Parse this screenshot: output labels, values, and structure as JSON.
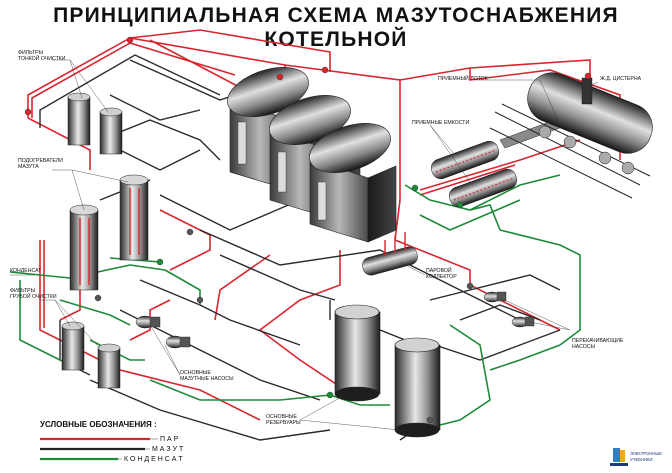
{
  "title": "ПРИНЦИПИАЛЬНАЯ СХЕМА МАЗУТОСНАБЖЕНИЯ КОТЕЛЬНОЙ",
  "labels": {
    "fine_filters": [
      "ФИЛЬТРЫ",
      "ТОНКОЙ ОЧИСТКИ"
    ],
    "heaters": [
      "ПОДОГРЕВАТЕЛИ",
      "МАЗУТА"
    ],
    "condensate": "КОНДЕНСАТ",
    "coarse_filters": [
      "ФИЛЬТРЫ",
      "ГРУБОЙ ОЧИСТКИ"
    ],
    "main_pumps": [
      "ОСНОВНЫЕ",
      "МАЗУТНЫЕ НАСОСЫ"
    ],
    "main_tanks": [
      "ОСНОВНЫЕ",
      "РЕЗЕРВУАРЫ"
    ],
    "receiving_trough": "ПРИЕМНЫЙ ЛОТОК",
    "rail_tank": "Ж.Д. ЦИСТЕРНА",
    "receiving_tanks": "ПРИЕМНЫЕ ЕМКОСТИ",
    "steam_collector": [
      "ПАРОВОЙ",
      "КОЛЛЕКТОР"
    ],
    "transfer_pumps": [
      "ПЕРЕКАЧИВАЮЩИЕ",
      "НАСОСЫ"
    ]
  },
  "legend": {
    "title": "УСЛОВНЫЕ ОБОЗНАЧЕНИЯ :",
    "items": [
      {
        "label": "П А Р",
        "color": "#d8262e"
      },
      {
        "label": "М А З У Т",
        "color": "#222222"
      },
      {
        "label": "К О Н Д Е Н С А Т",
        "color": "#1d8a3a"
      }
    ]
  },
  "logo": [
    "ЭЛЕКТРОННЫЕ",
    "УЧЕБНИКИ"
  ],
  "colors": {
    "steam": "#d8262e",
    "fuel_oil": "#222222",
    "condensate": "#1d8a3a"
  }
}
